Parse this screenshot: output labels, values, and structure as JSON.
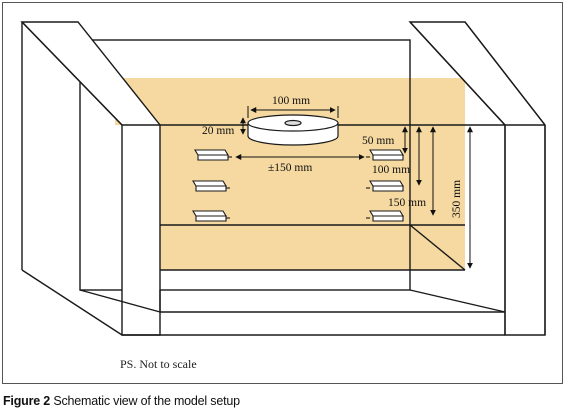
{
  "labels": {
    "disc_diameter": "100 mm",
    "disc_height": "20 mm",
    "sensor_spacing": "±150 mm",
    "depth_50": "50 mm",
    "depth_100": "100 mm",
    "depth_150": "150 mm",
    "depth_350": "350 mm"
  },
  "note": "PS. Not to scale",
  "caption": {
    "label": "Figure 2",
    "text": "Schematic view of the model setup"
  },
  "colors": {
    "sand": "#f5d9a0",
    "line": "#1a1a1a"
  }
}
